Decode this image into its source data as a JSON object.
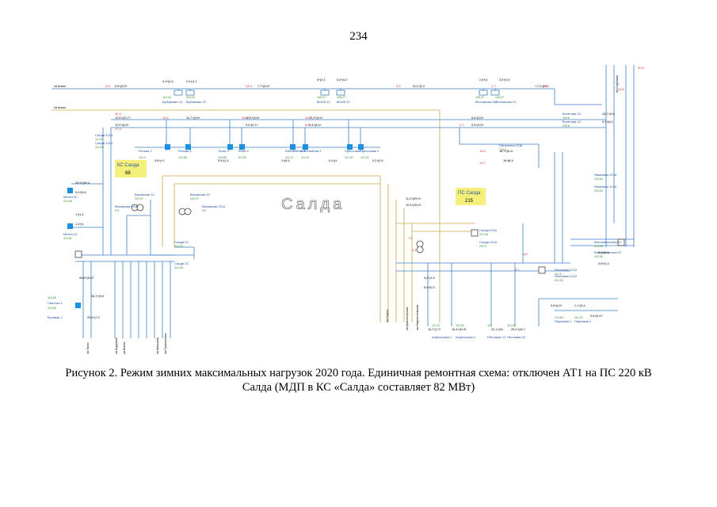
{
  "page": {
    "number": "234"
  },
  "figure": {
    "center_label": "Салда",
    "substations": {
      "ks_salda": {
        "name": "КС Салда",
        "value": "68"
      },
      "ps_salda": {
        "name": "ПС Салда",
        "value": "215"
      }
    },
    "bus_labels": [
      {
        "id": "bubchikovo1",
        "text": "Бубчиково 1С"
      },
      {
        "id": "bubchikovo2",
        "text": "Бубчиково 2С"
      },
      {
        "id": "vsmpo1",
        "text": "ВСМК 1С"
      },
      {
        "id": "vsmpo2",
        "text": "ВСМК 2С"
      },
      {
        "id": "molchanovo2",
        "text": "Молчаново 2С"
      },
      {
        "id": "molchanovo1",
        "text": "Молчаново 1С"
      },
      {
        "id": "vzlet2",
        "text": "Взлетная 2С"
      },
      {
        "id": "vzlet1",
        "text": "Взлетная 1С"
      },
      {
        "id": "salda2sh",
        "text": "Салда 2СШ"
      },
      {
        "id": "salda1sh",
        "text": "Салда 1СШ"
      },
      {
        "id": "rechnaya1",
        "text": "Речная 1"
      },
      {
        "id": "rechnaya2",
        "text": "Речная 2"
      },
      {
        "id": "titan1",
        "text": "Титан 1"
      },
      {
        "id": "titan2",
        "text": "Титан 2"
      },
      {
        "id": "yubileynaya1",
        "text": "Юбилейная 1"
      },
      {
        "id": "yubileynaya2",
        "text": "Юбилейная 2"
      },
      {
        "id": "pressovaya1",
        "text": "Прессовая 1"
      },
      {
        "id": "pressovaya2",
        "text": "Прессовая 2"
      },
      {
        "id": "vyazovskaya1s",
        "text": "Вязовская 1С"
      },
      {
        "id": "vyazovskaya2s",
        "text": "Вязовская 2С"
      },
      {
        "id": "vyazovskaya1sh",
        "text": "Вязовская 1СШ"
      },
      {
        "id": "vyazovskaya2sh",
        "text": "Вязовская 2СШ"
      },
      {
        "id": "salda2s",
        "text": "Салда 2С"
      },
      {
        "id": "salda1s",
        "text": "Салда 1С"
      },
      {
        "id": "salda2sh_b",
        "text": "Салда 2СШ"
      },
      {
        "id": "salda1sh_b",
        "text": "Салда 1СШ"
      },
      {
        "id": "yasenevaya2sh",
        "text": "Ясеневая 2СШ"
      },
      {
        "id": "yasenevaya1sh",
        "text": "Ясеневая 1СШ"
      },
      {
        "id": "kansom1",
        "text": "Кансомольская 1С"
      },
      {
        "id": "kansom2",
        "text": "Кансомольская 2С"
      },
      {
        "id": "parkovaya1",
        "text": "Парковая 1"
      },
      {
        "id": "parkovaya2",
        "text": "Парковая 2"
      },
      {
        "id": "aprelskaya1",
        "text": "Апрельская 1"
      },
      {
        "id": "aprelskaya2",
        "text": "Апрельская 2"
      },
      {
        "id": "pestovaya1",
        "text": "Пестовая 1С"
      },
      {
        "id": "pestovaya2",
        "text": "Пестовая 2С"
      },
      {
        "id": "svetlaya",
        "text": "Светлая 1"
      },
      {
        "id": "rybnaya",
        "text": "Бульвар 2"
      },
      {
        "id": "mosta2",
        "text": "Мелта 2С"
      },
      {
        "id": "mosta1",
        "text": "Мента 1С"
      },
      {
        "id": "ogn2",
        "text": "Ямалевск 2СШ"
      },
      {
        "id": "ogn1",
        "text": "Ямалевск 1СШ"
      },
      {
        "id": "pyatilet",
        "text": "Пятилетка 1СШ"
      }
    ],
    "flow_values": [
      "9,5+j5,5+",
      "7,7+j5,5+",
      "+5,1+j1,3",
      "+7,2+j2,0",
      "0,4+j0,3",
      "0,4+j1,2",
      "5+j2,4",
      "5,0+j4,7",
      "2,6+j1",
      "3,5+j0,5",
      "10,5+j10,7+",
      "10,5+j6,5+",
      "10,7+j9,9+",
      "12,8+j9,8+",
      "9,0+j9,7+",
      "12,3+j9,0+",
      "9,4+j8,4+",
      "5,6+j3,5+",
      "5,3+j3,5+",
      "5,8+j+1",
      "5,3+j1,4",
      "1+j0,5",
      "0,4+j1",
      "0,2+j0,4",
      "0,1+j4,8",
      "0,7+j5,5",
      "20,5+j30,4",
      "5,4+j5,6",
      "1+j1,4",
      "1,4+j1",
      "11,2+j25,9+",
      "10,3+j25,3+",
      "16,7+j8,4+",
      "16+j8,9",
      "5,2+j1,5",
      "5,4+j0,3",
      "15,7+j7,3",
      "15,4+j10,8",
      "22,1+j15",
      "25,2+j16,7",
      "0,5+j0,5",
      "1,1+j0,4",
      "3,5+j2,0+",
      "0,4+j0,4",
      "0,5+j0,3",
      "15,7+j0,0",
      "9,7+j6,2",
      "26,8+j10,2",
      "26,1+j9,8",
      "25,4+j7,0"
    ],
    "voltage_values": [
      "110,04",
      "110,04",
      "109,27",
      "109,27",
      "109,37",
      "109,37",
      "109,6",
      "109,6",
      "112,87",
      "112,96",
      "110,4",
      "110,68",
      "110,85",
      "110,83",
      "111,41",
      "111,42",
      "111,52",
      "111,54",
      "222,57",
      "222,37",
      "9,5",
      "9,0",
      "114,33",
      "114,34",
      "221,46",
      "221,5",
      "111,4",
      "111,39",
      "110,98",
      "110,98",
      "110,63",
      "111,15",
      "111,21",
      "111,35",
      "111",
      "110,94",
      "115,55",
      "115,55",
      "114,06",
      "113,51",
      "115,63",
      "115,03",
      "115,3"
    ],
    "loss_values": [
      "0,5",
      "14,9",
      "2,5",
      "1,7",
      "10,2",
      "20,3",
      "17,3",
      "15,4",
      "15,4",
      "13,2",
      "8,8",
      "4,7",
      "15,4",
      "14,7",
      "9,1",
      "7,5",
      "4,8",
      "9,7",
      "10,5",
      "20,3"
    ],
    "line_ends": [
      "на Кокия",
      "на Кокия",
      "на Голубково",
      "на Тагил",
      "на Красногорская",
      "на Лаврентьевская",
      "на Гипрос",
      "на Кедровое",
      "на Волна",
      "на Шишкина",
      "на Прокопьевск"
    ]
  },
  "caption": {
    "line1": "Рисунок 2. Режим зимних максимальных нагрузок 2020 года. Единичная ремонтная схема: отключен АТ1 на ПС 220 кВ",
    "line2": "Салда (МДП в КС «Салда» составляет 82 МВт)"
  },
  "colors": {
    "line_blue": "#3a7fc4",
    "line_220": "#c7a84a",
    "line_black": "#404040",
    "load_red": "#d22a2a",
    "flow_orange": "#e5892a",
    "voltage_green": "#2c8a2c",
    "label_blue": "#1f4f9a",
    "transformer": "#1e90e0",
    "highlight": "#f6f07a"
  }
}
